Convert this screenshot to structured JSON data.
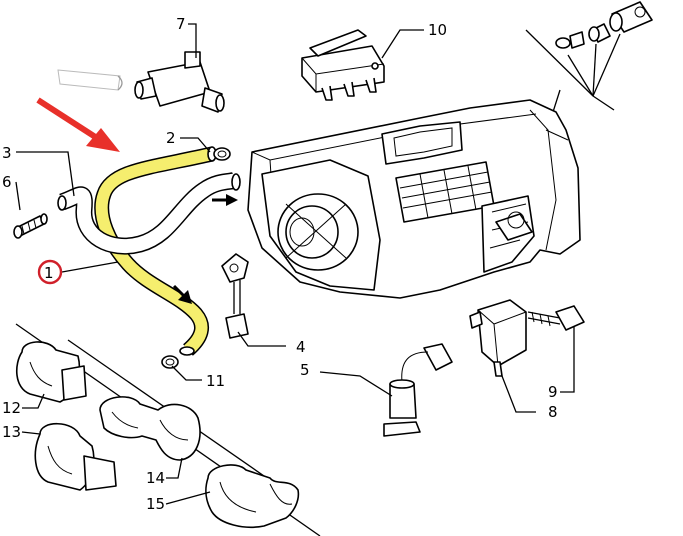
{
  "diagram": {
    "callouts": [
      {
        "id": "1",
        "text": "1"
      },
      {
        "id": "2",
        "text": "2"
      },
      {
        "id": "3",
        "text": "3"
      },
      {
        "id": "4",
        "text": "4"
      },
      {
        "id": "5",
        "text": "5"
      },
      {
        "id": "6",
        "text": "6"
      },
      {
        "id": "7",
        "text": "7"
      },
      {
        "id": "8",
        "text": "8"
      },
      {
        "id": "9",
        "text": "9"
      },
      {
        "id": "10",
        "text": "10"
      },
      {
        "id": "11",
        "text": "11"
      },
      {
        "id": "12",
        "text": "12"
      },
      {
        "id": "13",
        "text": "13"
      },
      {
        "id": "14",
        "text": "14"
      },
      {
        "id": "15",
        "text": "15"
      }
    ],
    "highlight": {
      "part_id": "1",
      "hose_color": "#f5ee6e",
      "arrow_color": "#e8302a",
      "circle_color": "#d0202a"
    }
  }
}
